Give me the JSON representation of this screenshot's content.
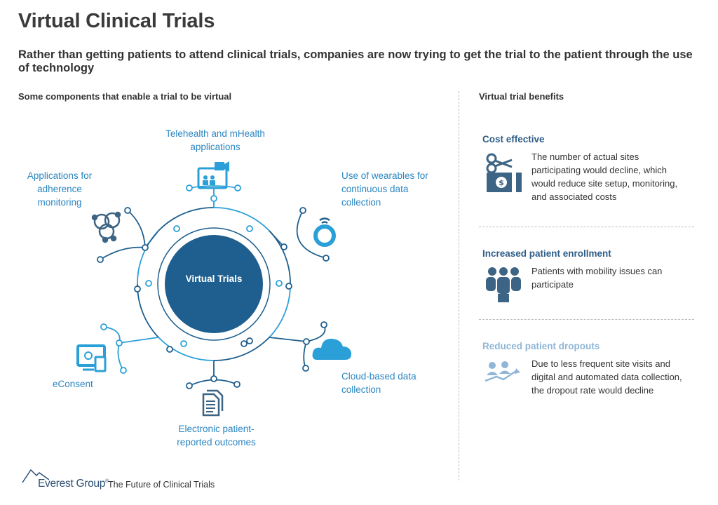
{
  "header": {
    "title": "Virtual Clinical Trials",
    "subtitle": "Rather than getting patients to attend clinical trials, companies are now trying to get the trial to the patient through the use of technology"
  },
  "left_section": {
    "heading": "Some components that enable a trial to be virtual",
    "center_label": "Virtual Trials",
    "components": [
      {
        "label": "Telehealth and mHealth applications",
        "icon": "telehealth-icon"
      },
      {
        "label": "Use of wearables for continuous data collection",
        "icon": "wearable-ring-icon"
      },
      {
        "label": "Cloud-based data collection",
        "icon": "cloud-icon"
      },
      {
        "label": "Electronic patient-reported outcomes",
        "icon": "document-icon"
      },
      {
        "label": "eConsent",
        "icon": "devices-icon"
      },
      {
        "label": "Applications for adherence monitoring",
        "icon": "network-circles-icon"
      }
    ]
  },
  "right_section": {
    "heading": "Virtual trial benefits",
    "benefits": [
      {
        "title": "Cost effective",
        "text": "The number of actual sites participating would decline, which would reduce site setup, monitoring, and associated costs",
        "icon": "scissors-cost-icon"
      },
      {
        "title": "Increased patient enrollment",
        "text": "Patients with mobility issues can participate",
        "icon": "people-group-icon"
      },
      {
        "title": "Reduced patient dropouts",
        "text": "Due to less frequent site visits and digital and automated data collection, the dropout rate would decline",
        "icon": "people-trend-icon"
      }
    ]
  },
  "footer": {
    "brand": "Everest Group",
    "brand_mark": "®",
    "text": "The Future of Clinical Trials"
  },
  "colors": {
    "dark_blue": "#1e5f8f",
    "light_blue": "#2ba0d8",
    "mid_blue": "#2a86c2",
    "slate_icon": "#3d6485"
  }
}
